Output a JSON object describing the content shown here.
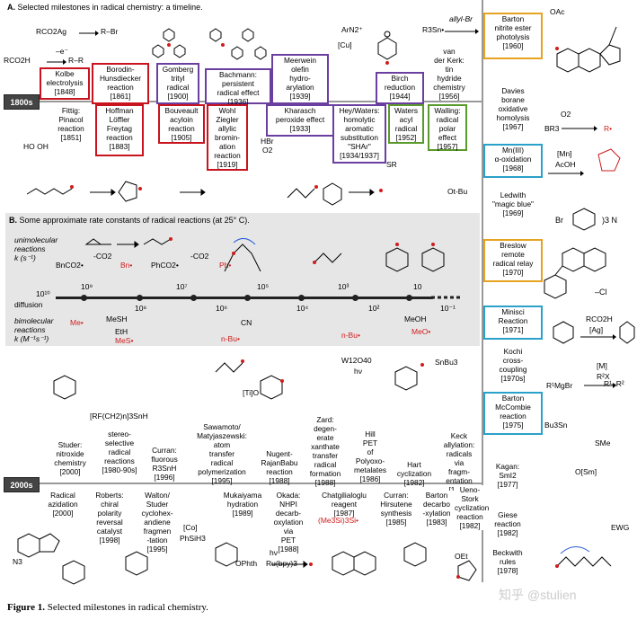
{
  "section_a_title": "A.",
  "section_a_text": "Selected milestones in radical chemistry: a timeline.",
  "year_1800s": "1800s",
  "year_2000s": "2000s",
  "top_boxes": [
    {
      "text": "Kolbe\nelectrolysis\n[1848]"
    },
    {
      "text": "Borodin-\nHunsdiecker\nreaction\n[1861]"
    },
    {
      "text": "Gomberg\ntrityl\nradical\n[1900]"
    },
    {
      "text": "Bachmann:\npersistent\nradical effect\n[1936]"
    },
    {
      "text": "Meerwein\nolefin\nhydro-\narylation\n[1939]"
    },
    {
      "text": "Birch\nreduction\n[1944]"
    },
    {
      "text": "van\nder Kerk:\ntin\nhydride\nchemistry\n[1956]"
    }
  ],
  "bottom_boxes": [
    {
      "text": "Fittig:\nPinacol\nreaction\n[1851]"
    },
    {
      "text": "Hoffman\nLöffler\nFreytag\nreaction\n[1883]"
    },
    {
      "text": "Bouveault\nacyloin\nreaction\n[1905]"
    },
    {
      "text": "Wohl\nZiegler\nallylic\nbromin-\nation\nreaction\n[1919]"
    },
    {
      "text": "Kharasch\nperoxide effect\n[1933]"
    },
    {
      "text": "Hey/Waters:\nhomolytic\naromatic\nsubstitution\n\"SHAr\"\n[1934/1937]"
    },
    {
      "text": "Waters\nacyl\nradical\n[1952]"
    },
    {
      "text": "Walling:\nradical\npolar\neffect\n[1957]"
    }
  ],
  "right_column": [
    {
      "text": "Barton\nnitrite ester\nphotolysis\n[1960]"
    },
    {
      "text": "Davies\nborane\noxidative\nhomolysis\n[1967]"
    },
    {
      "text": "Mn(III)\nα-oxidation\n[1968]"
    },
    {
      "text": "Ledwith\n\"magic blue\"\n[1969]"
    },
    {
      "text": "Breslow\nremote\nradical relay\n[1970]"
    },
    {
      "text": "Minisci\nReaction\n[1971]"
    },
    {
      "text": "Kochi\ncross-\ncoupling\n[1970s]"
    },
    {
      "text": "Barton\nMcCombie\nreaction\n[1975]"
    },
    {
      "text": "Kagan:\nSmI2\n[1977]"
    },
    {
      "text": "Giese\nreaction\n[1982]"
    },
    {
      "text": "Beckwith\nrules\n[1978]"
    }
  ],
  "panel_b": {
    "title": "B.",
    "text": "Some approximate rate constants of radical reactions (at 25° C).",
    "uni_label": "unimolecular\nreactions\nk (s⁻¹)",
    "bi_label": "bimolecular\nreactions\nk (M⁻¹s⁻¹)",
    "diffusion": "diffusion",
    "exponents_top": [
      "10⁹",
      "10⁷",
      "10⁵",
      "10³",
      "10"
    ],
    "exponents_bottom": [
      "10¹⁰",
      "10⁸",
      "10⁶",
      "10⁴",
      "10²",
      "10⁻¹"
    ]
  },
  "upper_2000_boxes": [
    {
      "text": "Studer:\nnitroxide\nchemistry\n[2000]"
    },
    {
      "text": "stereo-\nselective\nradical\nreactions\n[1980-90s]"
    },
    {
      "text": "Curran:\nfluorous\nR3SnH\n[1996]"
    },
    {
      "text": "Sawamoto/\nMatyjaszewski:\natom\ntransfer\nradical\npolymerization\n[1995]"
    },
    {
      "text": "Nugent-\nRajanBabu\nreaction\n[1988]"
    },
    {
      "text": "Zard:\ndegen-\nerate\nxanthate\ntransfer\nradical\nformation\n[1988]"
    },
    {
      "text": "Hill\nPET\nof\nPolyoxo-\nmetalates\n[1986]"
    },
    {
      "text": "Hart\ncyclization\n[1982]"
    },
    {
      "text": "Keck\nallylation:\nradicals\nvia\nfragm-\nentation\n[1982]"
    }
  ],
  "lower_2000_boxes": [
    {
      "text": "Radical\nazidation\n[2000]"
    },
    {
      "text": "Roberts:\nchiral\npolarity\nreversal\ncatalyst\n[1998]"
    },
    {
      "text": "Walton/\nStuder\ncyclohex-\nandiene\nfragmen\n-tation\n[1995]"
    },
    {
      "text": "Mukaiyama\nhydration\n[1989]"
    },
    {
      "text": "Okada:\nNHPI\ndecarb-\noxylation\nvia\nPET\n[1988]"
    },
    {
      "text": "Chatgilialoglu\nreagent\n[1987]"
    },
    {
      "text": "Curran:\nHirsutene\nsynthesis\n[1985]"
    },
    {
      "text": "Barton\ndecarbo\n-xylation\n[1983]"
    },
    {
      "text": "Ueno-\nStork\ncyclization\nreaction\n[1982]"
    }
  ],
  "chem_labels": {
    "rco2ag": "RCO2Ag",
    "rbr": "R–Br",
    "rco2h": "RCO2H",
    "eminus": "–e⁻",
    "r_r": "R–R",
    "r3sn": "R3Sn•",
    "allylbr": "allyl-Br",
    "arn2": "ArN2⁺",
    "cu": "[Cu]",
    "br3": "BR3",
    "o2": "O2",
    "rdot": "R•",
    "mn": "[Mn]",
    "acoh": "AcOH",
    "hbr": "HBr",
    "o2b": "O2",
    "sr": "SR",
    "otbu": "Ot-Bu",
    "ho_oh": "HO  OH",
    "bnco2": "BnCO2•",
    "co2": "-CO2",
    "bn": "Bn•",
    "phco2": "PhCO2•",
    "ph": "Ph•",
    "me_eth": "EtH",
    "meS": "MeSH",
    "mes": "MeS•",
    "meoh": "MeOH",
    "meo": "MeO•",
    "nbu": "n-Bu•",
    "cn": "CN",
    "me": "Me•",
    "rco2h_ag": "RCO2H",
    "ag": "[Ag]",
    "m": "[M]",
    "r2x": "R²X",
    "r1mgbr": "R¹MgBr",
    "r1r2": "R¹–R²",
    "bu3sn": "Bu3Sn",
    "sme": "SMe",
    "osm": "O[Sm]",
    "ewg": "EWG",
    "w12": "W12O40",
    "hv": "hν",
    "ti": "[Ti]O",
    "snbu3": "SnBu3",
    "oet": "OEt",
    "co": "[Co]",
    "phsih3": "PhSiH3",
    "me3si": "(Me3Si)3Si•",
    "rf": "[RF(CH2)n]3SnH",
    "n3": "N3",
    "ophth": "OPhth",
    "ru": "Ru(bpy)3",
    "oac": "OAc"
  },
  "caption_label": "Figure 1.",
  "caption_text": "Selected milestones in radical chemistry.",
  "watermark": "知乎 @stulien"
}
